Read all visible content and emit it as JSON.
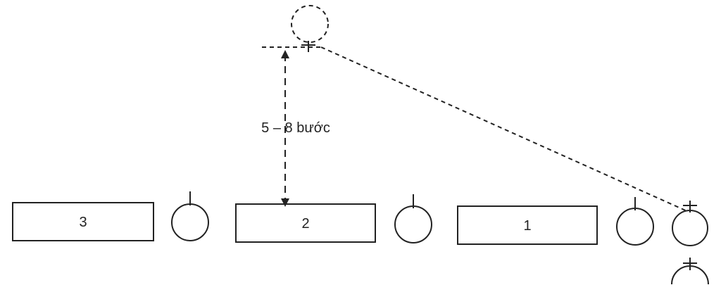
{
  "diagram": {
    "boxes": [
      {
        "label": "3"
      },
      {
        "label": "2"
      },
      {
        "label": "1"
      }
    ],
    "distance_label": "5 – 8 bước",
    "colors": {
      "stroke": "#222222",
      "background": "#ffffff"
    }
  }
}
